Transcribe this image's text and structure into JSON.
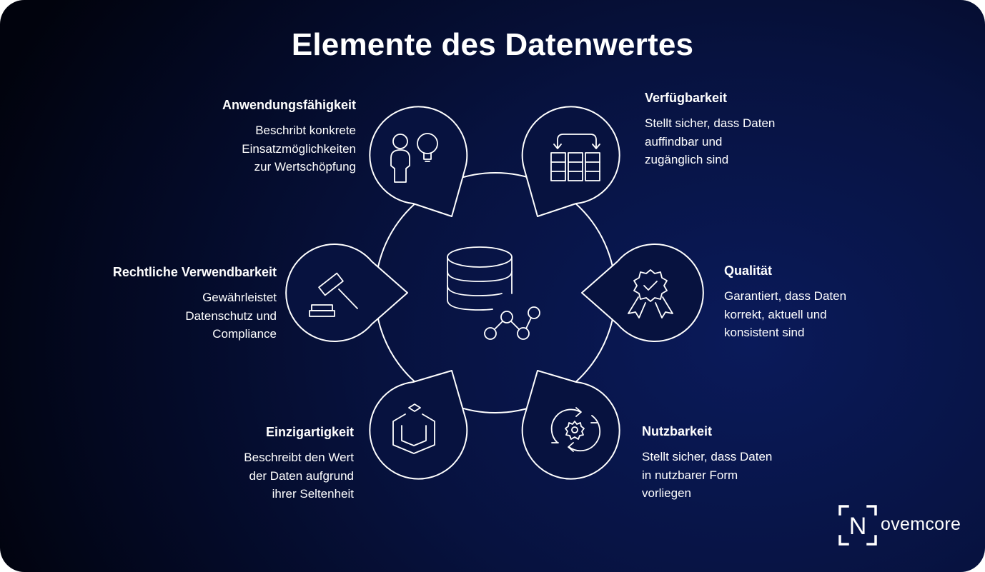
{
  "title": "Elemente des Datenwertes",
  "elements": [
    {
      "name": "Anwendungsfähigkeit",
      "description": "Beschribt konkrete\nEinsatzmöglichkeiten\nzur Wertschöpfung",
      "icon": "person-lightbulb-icon"
    },
    {
      "name": "Verfügbarkeit",
      "description": "Stellt sicher, dass Daten\nauffindbar und\nzugänglich sind",
      "icon": "table-transfer-icon"
    },
    {
      "name": "Rechtliche Verwendbarkeit",
      "description": "Gewährleistet\nDatenschutz und\nCompliance",
      "icon": "gavel-icon"
    },
    {
      "name": "Qualität",
      "description": "Garantiert, dass Daten\nkorrekt, aktuell und\nkonsistent sind",
      "icon": "quality-badge-icon"
    },
    {
      "name": "Einzigartigkeit",
      "description": "Beschreibt den Wert\nder Daten aufgrund\nihrer Seltenheit",
      "icon": "unique-cube-icon"
    },
    {
      "name": "Nutzbarkeit",
      "description": "Stellt sicher, dass Daten\nin nutzbarer Form\nvorliegen",
      "icon": "gear-cycle-icon"
    }
  ],
  "center_icon": "database-network-icon",
  "brand": {
    "logo_letter": "N",
    "logo_text": "ovemcore"
  },
  "colors": {
    "background": "#07123f",
    "foreground": "#ffffff"
  }
}
